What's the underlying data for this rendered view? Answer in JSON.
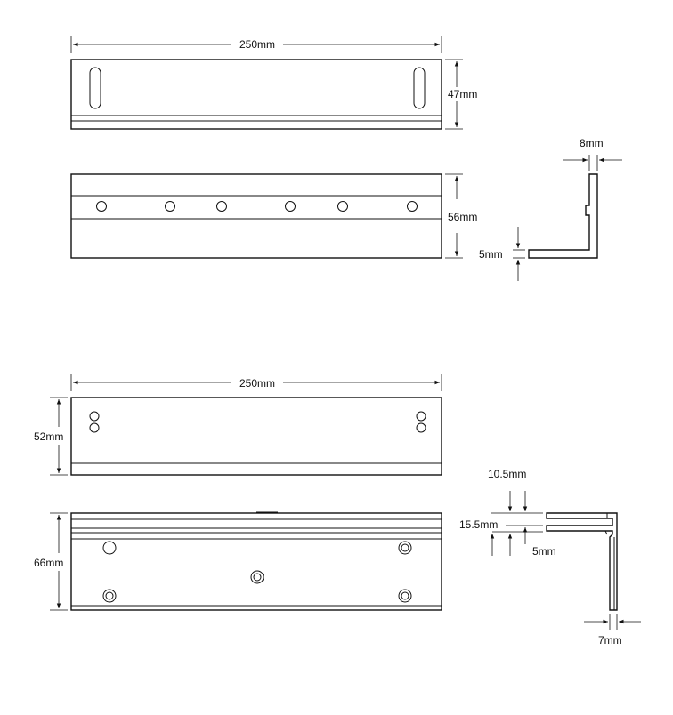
{
  "top_bracket": {
    "plan_width_label": "250mm",
    "plan_height_label": "47mm",
    "front_height_label": "56mm",
    "profile_flange_label": "8mm",
    "profile_thickness_label": "5mm"
  },
  "bottom_bracket": {
    "plan_width_label": "250mm",
    "plan_height_label": "52mm",
    "front_height_label": "66mm",
    "profile_gap_label": "10.5mm",
    "profile_offset_label": "15.5mm",
    "profile_thickness_label": "5mm",
    "profile_leg_label": "7mm"
  },
  "colors": {
    "line": "#111111",
    "background": "#ffffff"
  }
}
